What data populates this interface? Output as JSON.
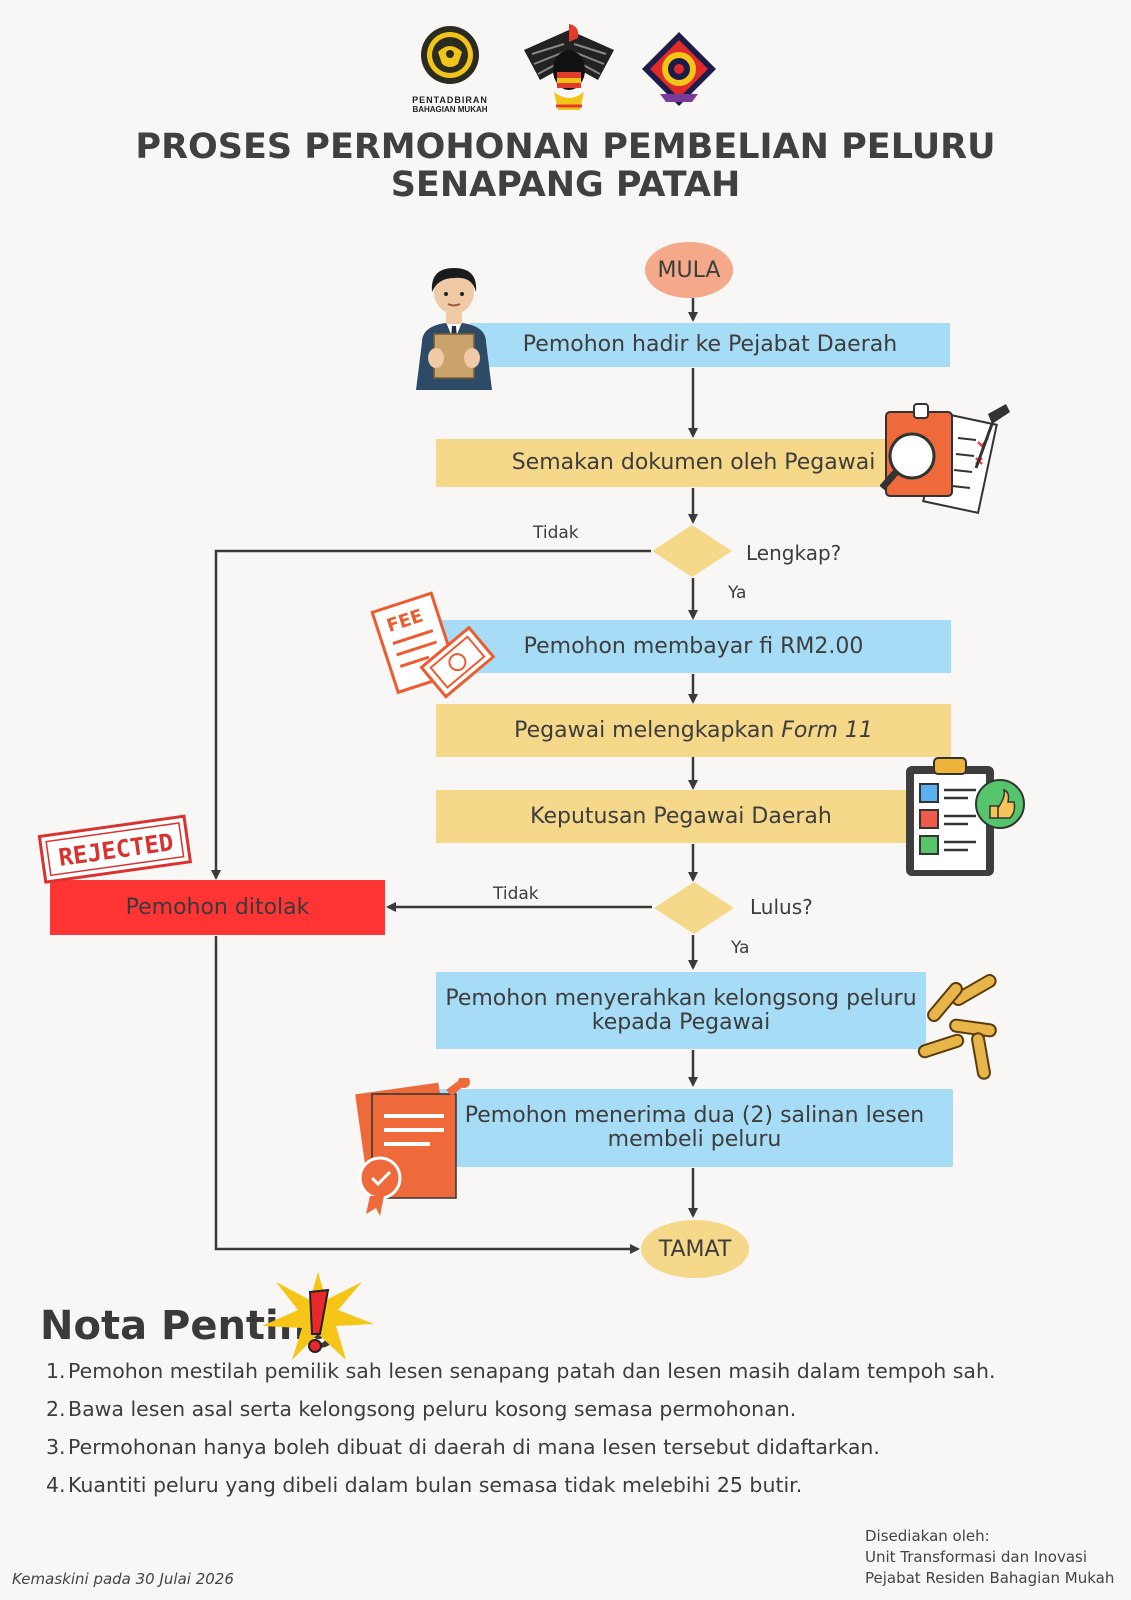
{
  "header": {
    "logo1_text_line1": "PENTADBIRAN",
    "logo1_text_line2": "BAHAGIAN MUKAH",
    "title_line1": "PROSES PERMOHONAN PEMBELIAN PELURU",
    "title_line2": "SENAPANG PATAH"
  },
  "flow": {
    "start": "MULA",
    "step1": "Pemohon hadir ke Pejabat Daerah",
    "step2": "Semakan dokumen oleh Pegawai",
    "decision1": "Lengkap?",
    "decision1_no": "Tidak",
    "decision1_yes": "Ya",
    "step3": "Pemohon membayar fi RM2.00",
    "step4_prefix": "Pegawai melengkapkan ",
    "step4_italic": "Form 11",
    "step5": "Keputusan Pegawai Daerah",
    "decision2": "Lulus?",
    "decision2_no": "Tidak",
    "decision2_yes": "Ya",
    "rejected": "Pemohon ditolak",
    "rejected_stamp": "REJECTED",
    "fee_stamp": "FEE",
    "step6_line1": "Pemohon menyerahkan kelongsong peluru",
    "step6_line2": "kepada Pegawai",
    "step7_line1": "Pemohon menerima dua (2) salinan lesen",
    "step7_line2": "membeli peluru",
    "end": "TAMAT"
  },
  "notes": {
    "title": "Nota Penting",
    "items": [
      "Pemohon mestilah pemilik sah lesen senapang patah dan lesen masih dalam tempoh sah.",
      "Bawa lesen asal serta kelongsong peluru kosong semasa permohonan.",
      "Permohonan hanya boleh dibuat di daerah di mana lesen tersebut didaftarkan.",
      "Kuantiti peluru yang dibeli dalam bulan semasa tidak melebihi 25 butir."
    ],
    "numbers": [
      "1.",
      "2.",
      "3.",
      "4."
    ]
  },
  "footer": {
    "updated": "Kemaskini pada 30 Julai 2026",
    "prepared_by": "Disediakan oleh:",
    "unit": "Unit Transformasi dan Inovasi",
    "office": "Pejabat Residen Bahagian Mukah"
  },
  "colors": {
    "blue_box": "#a7dcf6",
    "yellow_box": "#f5d88a",
    "red_box": "#ff3434",
    "start_oval": "#f4a98a",
    "end_oval": "#f5d88a",
    "line": "#3a3a3a"
  },
  "icons": [
    "emblem-icon",
    "hornbill-crest-icon",
    "diamond-emblem-icon",
    "officer-person-icon",
    "magnifier-checklist-icon",
    "fee-receipt-icon",
    "clipboard-approval-icon",
    "rejected-stamp-icon",
    "bullet-casings-icon",
    "certificate-stamp-icon",
    "exclamation-burst-icon"
  ]
}
